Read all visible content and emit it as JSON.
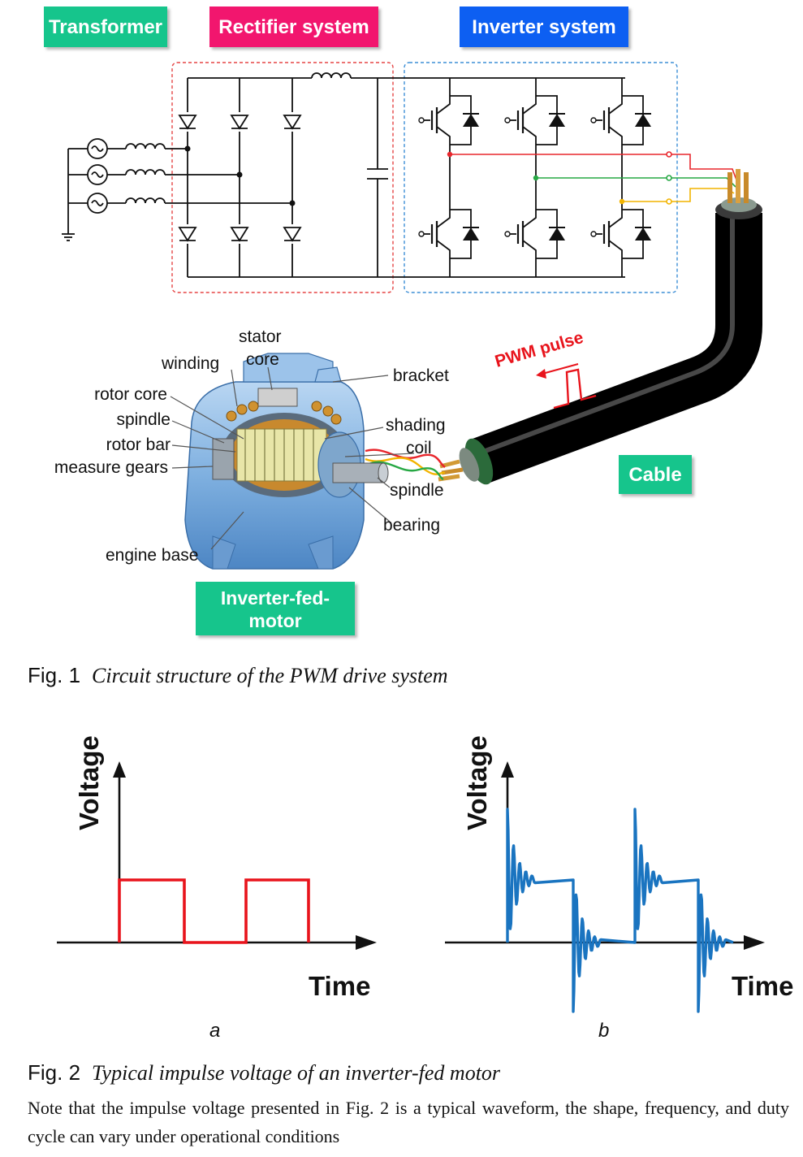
{
  "fig1": {
    "labels": {
      "transformer": "Transformer",
      "rectifier": "Rectifier system",
      "inverter": "Inverter system",
      "cable": "Cable",
      "motor_line1": "Inverter-fed-",
      "motor_line2": "motor",
      "pwm_pulse": "PWM pulse"
    },
    "motor_parts": {
      "stator": "stator",
      "core": "core",
      "winding": "winding",
      "bracket": "bracket",
      "rotor_core": "rotor core",
      "spindle_left": "spindle",
      "rotor_bar": "rotor bar",
      "measure_gears": "measure gears",
      "shading": "shading",
      "coil": "coil",
      "spindle_right": "spindle",
      "bearing": "bearing",
      "engine_base": "engine base"
    },
    "caption_num": "Fig. 1",
    "caption_text": "Circuit structure of the PWM drive system"
  },
  "fig2": {
    "axis_y": "Voltage",
    "axis_x": "Time",
    "panel_a": "a",
    "panel_b": "b",
    "caption_num": "Fig. 2",
    "caption_text": "Typical impulse voltage of an inverter-fed motor"
  },
  "note": "Note that the impulse voltage presented in Fig. 2 is a typical waveform, the shape, frequency, and duty cycle can vary under operational conditions",
  "colors": {
    "green_tag": "#19c58c",
    "red_tag": "#f2136e",
    "blue_tag": "#0a5ef2",
    "phase_red": "#e8262c",
    "phase_green": "#27a844",
    "phase_yellow": "#f2b400",
    "square_wave": "#e8141c",
    "ringing_wave": "#1a74c0"
  }
}
